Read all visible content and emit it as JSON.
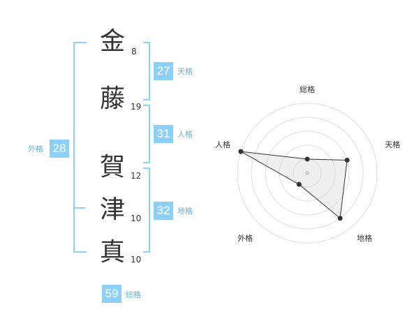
{
  "name": {
    "chars": [
      {
        "char": "金",
        "strokes": "8"
      },
      {
        "char": "藤",
        "strokes": "19"
      },
      {
        "char": "賀",
        "strokes": "12"
      },
      {
        "char": "津",
        "strokes": "10"
      },
      {
        "char": "真",
        "strokes": "10"
      }
    ]
  },
  "fortunes": {
    "tenkaku": {
      "value": "27",
      "label": "天格"
    },
    "jinkaku": {
      "value": "31",
      "label": "人格"
    },
    "chikaku": {
      "value": "32",
      "label": "地格"
    },
    "gaikaku": {
      "value": "28",
      "label": "外格"
    },
    "soukaku": {
      "value": "59",
      "label": "総格"
    }
  },
  "colors": {
    "accent": "#8dd0f7",
    "accent_text": "#5fb6ea",
    "text": "#333333"
  },
  "chart_data": {
    "type": "radar",
    "axes": [
      "総格",
      "天格",
      "地格",
      "外格",
      "人格"
    ],
    "values": [
      1,
      3,
      4,
      1,
      5
    ],
    "max": 5,
    "grid_rings": 5
  }
}
